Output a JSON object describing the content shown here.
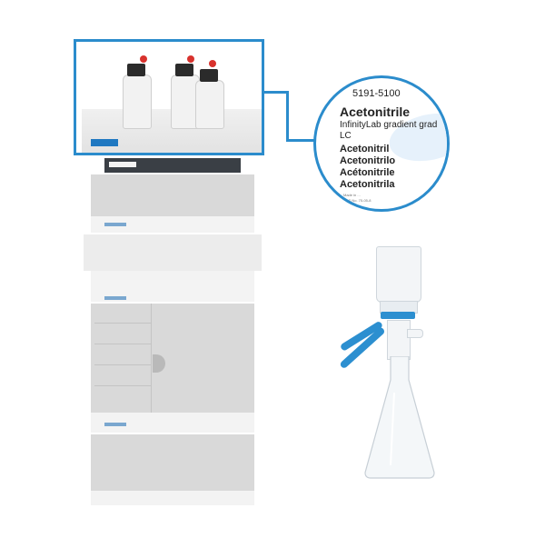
{
  "zoom_label": {
    "part_number": "5191-5100",
    "title": "Acetonitrile",
    "subtitle": "InfinityLab gradient grad",
    "subtitle2": "LC",
    "names": [
      "Acetonitril",
      "Acetonitrilo",
      "Acétonitrile",
      "Acetonitrila"
    ],
    "fine_print_1": "Made in ...",
    "fine_print_2": "CAS No. 75-05-8"
  },
  "colors": {
    "accent": "#2b8ccc",
    "clamp": "#2c8fd0",
    "cap_dot": "#d8322d"
  },
  "icons": {
    "instrument": "hplc-instrument-icon",
    "filter": "vacuum-filtration-apparatus-icon"
  }
}
